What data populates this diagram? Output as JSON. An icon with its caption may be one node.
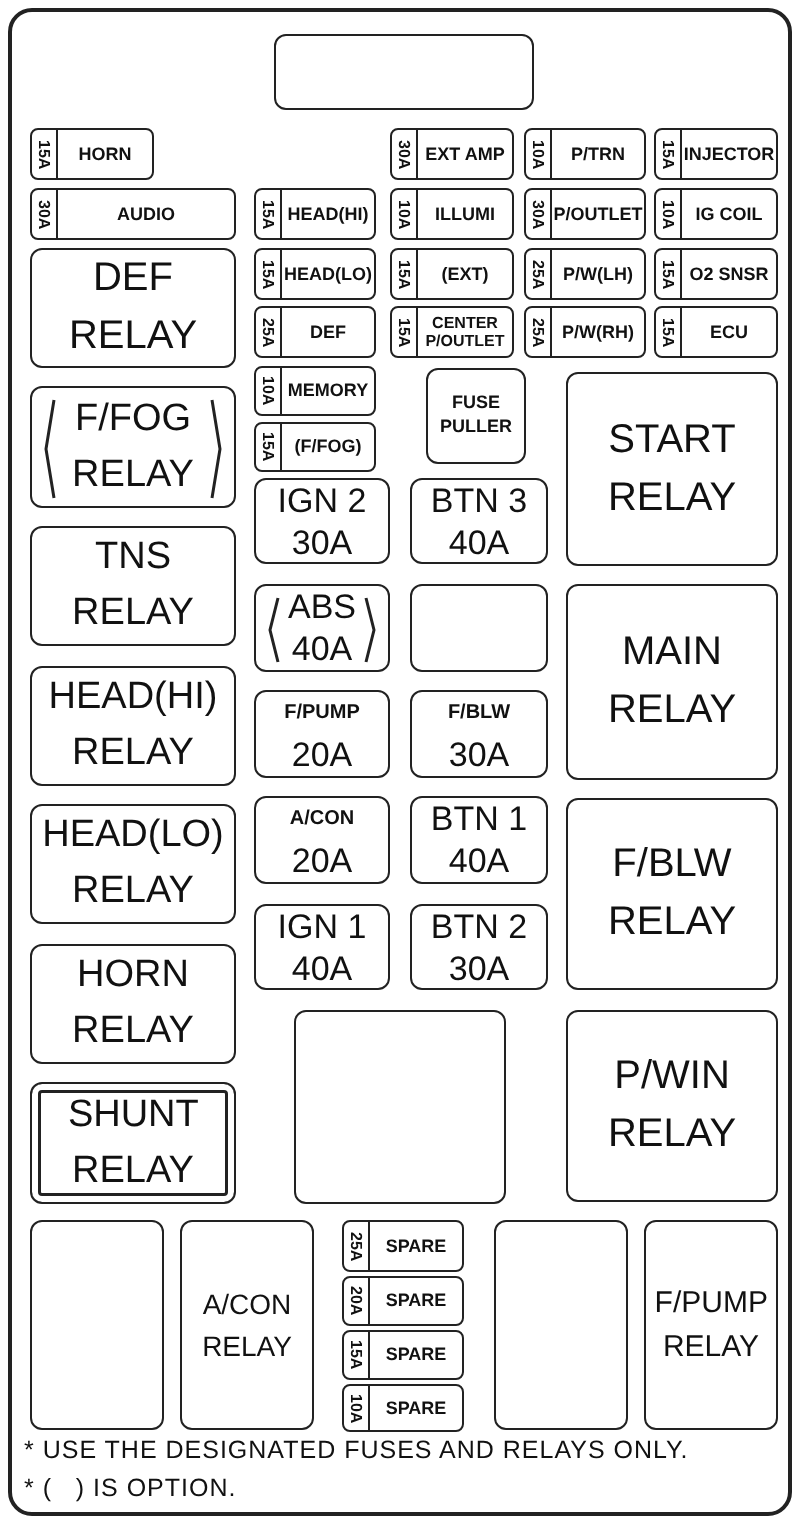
{
  "diagram": {
    "nodes": [
      {
        "text": [],
        "shape": "box"
      },
      {
        "text": [],
        "shape": "box",
        "in": 0
      },
      {
        "text": [
          "15A",
          "HORN"
        ],
        "in": 0
      },
      {
        "text": [
          "30A",
          "EXT AMP"
        ],
        "in": 0
      },
      {
        "text": [
          "10A",
          "P/TRN"
        ],
        "in": 0
      },
      {
        "text": [
          "15A",
          "INJECTOR"
        ],
        "in": 0
      },
      {
        "text": [
          "30A",
          "AUDIO"
        ],
        "in": 0
      },
      {
        "text": [
          "15A",
          "HEAD(HI)"
        ],
        "in": 0
      },
      {
        "text": [
          "10A",
          "ILLUMI"
        ],
        "in": 0
      },
      {
        "text": [
          "30A",
          "P/OUTLET"
        ],
        "in": 0
      },
      {
        "text": [
          "10A",
          "IG COIL"
        ],
        "in": 0
      },
      {
        "text": [
          "DEF RELAY"
        ],
        "in": 0
      },
      {
        "text": [
          "15A",
          "HEAD(LO)"
        ],
        "in": 0
      },
      {
        "text": [
          "15A",
          "(EXT)"
        ],
        "in": 0
      },
      {
        "text": [
          "25A",
          "P/W(LH)"
        ],
        "in": 0
      },
      {
        "text": [
          "15A",
          "O2 SNSR"
        ],
        "in": 0
      },
      {
        "text": [
          "25A",
          "DEF"
        ],
        "in": 0
      },
      {
        "text": [
          "15A",
          "CENTER P/OUTLET"
        ],
        "in": 0
      },
      {
        "text": [
          "25A",
          "P/W(RH)"
        ],
        "in": 0
      },
      {
        "text": [
          "15A",
          "ECU"
        ],
        "in": 0
      },
      {
        "text": [
          "10A",
          "MEMORY"
        ],
        "in": 0
      },
      {
        "text": [
          "FUSE PULLER"
        ],
        "in": 0
      },
      {
        "text": [
          "START RELAY"
        ],
        "in": 0
      },
      {
        "text": [
          "F/FOG RELAY"
        ],
        "in": 0
      },
      {
        "text": [
          "15A",
          "(F/FOG)"
        ],
        "in": 0
      },
      {
        "text": [
          "IGN 2",
          "30A"
        ],
        "in": 0
      },
      {
        "text": [
          "BTN 3",
          "40A"
        ],
        "in": 0
      },
      {
        "text": [
          "TNS RELAY"
        ],
        "in": 0
      },
      {
        "text": [
          "ABS",
          "40A"
        ],
        "in": 0
      },
      {
        "text": [],
        "shape": "box",
        "in": 0
      },
      {
        "text": [
          "MAIN RELAY"
        ],
        "in": 0
      },
      {
        "text": [
          "HEAD(HI) RELAY"
        ],
        "in": 0
      },
      {
        "text": [
          "F/PUMP",
          "20A"
        ],
        "in": 0
      },
      {
        "text": [
          "F/BLW",
          "30A"
        ],
        "in": 0
      },
      {
        "text": [
          "A/CON",
          "20A"
        ],
        "in": 0
      },
      {
        "text": [
          "BTN 1",
          "40A"
        ],
        "in": 0
      },
      {
        "text": [
          "F/BLW RELAY"
        ],
        "in": 0
      },
      {
        "text": [
          "HEAD(LO) RELAY"
        ],
        "in": 0
      },
      {
        "text": [
          "IGN 1",
          "40A"
        ],
        "in": 0
      },
      {
        "text": [
          "BTN 2",
          "30A"
        ],
        "in": 0
      },
      {
        "text": [
          "HORN RELAY"
        ],
        "in": 0
      },
      {
        "text": [],
        "shape": "box",
        "in": 0
      },
      {
        "text": [
          "P/WIN RELAY"
        ],
        "in": 0
      },
      {
        "text": [
          "SHUNT RELAY"
        ],
        "in": 0
      },
      {
        "text": [],
        "shape": "box",
        "in": 0
      },
      {
        "text": [
          "A/CON RELAY"
        ],
        "in": 0
      },
      {
        "text": [
          "25A",
          "SPARE"
        ],
        "in": 0
      },
      {
        "text": [
          "20A",
          "SPARE"
        ],
        "in": 0
      },
      {
        "text": [
          "15A",
          "SPARE"
        ],
        "in": 0
      },
      {
        "text": [
          "10A",
          "SPARE"
        ],
        "in": 0
      },
      {
        "text": [],
        "shape": "box",
        "in": 0
      },
      {
        "text": [
          "F/PUMP RELAY"
        ],
        "in": 0
      }
    ],
    "labels": [
      "* USE THE DESIGNATED FUSES AND RELAYS ONLY.",
      "* (   ) IS OPTION."
    ]
  }
}
